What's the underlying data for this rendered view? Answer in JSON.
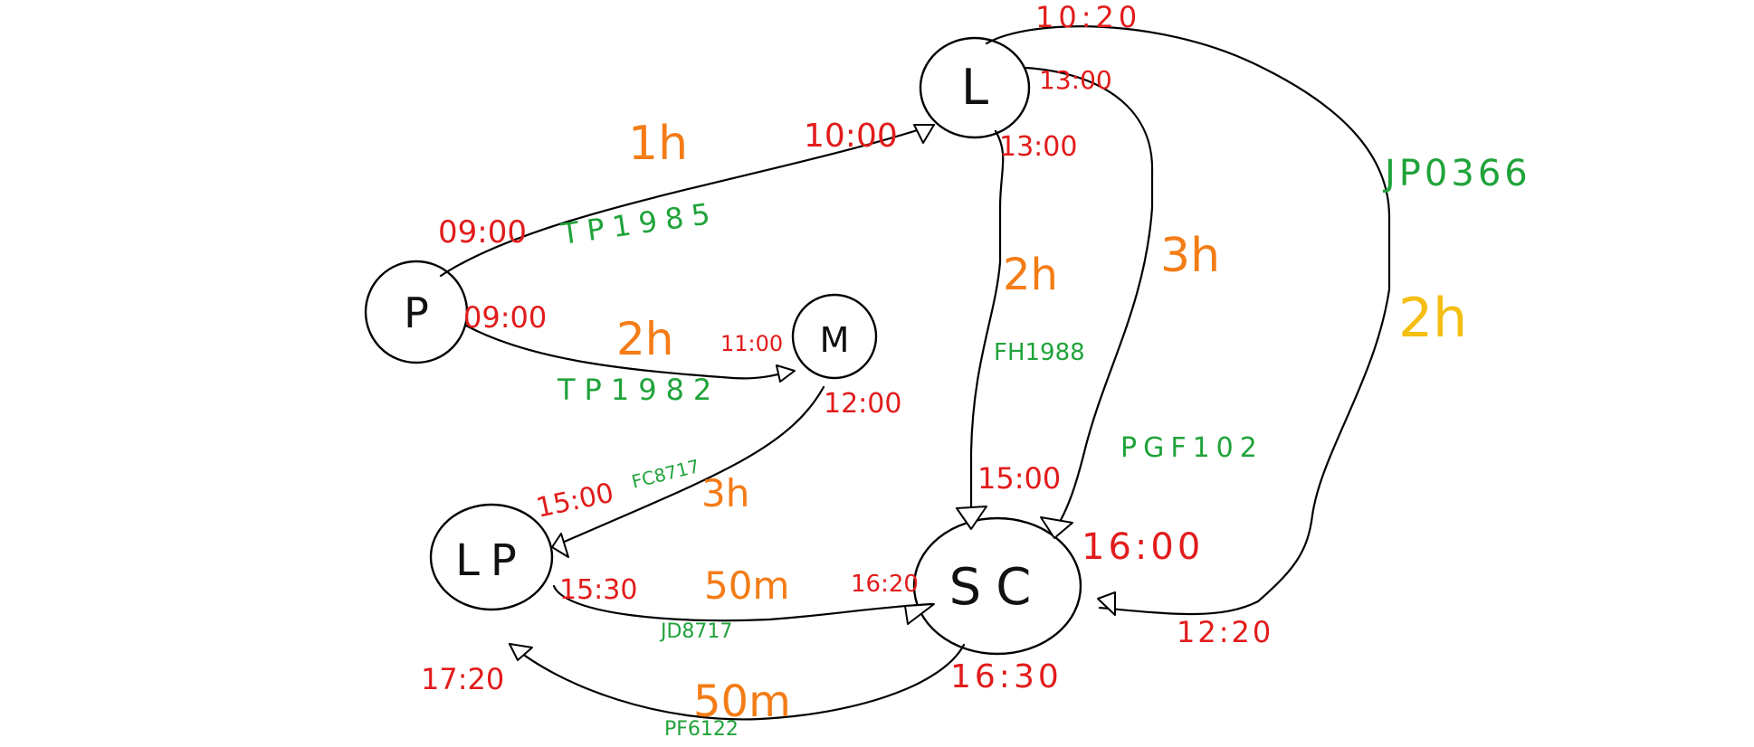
{
  "colors": {
    "time": "#e21b1b",
    "duration": "#f47c16",
    "flight": "#20a33a",
    "duration_alt": "#f5be12",
    "ink": "#000000"
  },
  "nodes": {
    "p": "P",
    "m": "M",
    "l": "L",
    "lp": "LP",
    "sc": "SC"
  },
  "edges": {
    "p_l": {
      "depart": "09:00",
      "arrive": "10:00",
      "duration": "1h",
      "flight": "TP1985"
    },
    "p_m": {
      "depart": "09:00",
      "arrive": "11:00",
      "duration": "2h",
      "flight": "TP1982"
    },
    "m_lp": {
      "depart": "12:00",
      "arrive": "15:00",
      "duration": "3h",
      "flight": "FC8717"
    },
    "l_sc_a": {
      "depart": "13:00",
      "arrive": "15:00",
      "duration": "2h",
      "flight": "FH1988"
    },
    "l_sc_b": {
      "depart": "13:00",
      "arrive": "16:00",
      "duration": "3h",
      "flight": "PGF102"
    },
    "l_sc_c": {
      "depart": "10:20",
      "arrive": "12:20",
      "duration": "2h",
      "flight": "JP0366"
    },
    "lp_sc": {
      "depart": "15:30",
      "arrive": "16:20",
      "duration": "50m",
      "flight": "JD8717"
    },
    "sc_lp": {
      "depart": "16:30",
      "arrive": "17:20",
      "duration": "50m",
      "flight": "PF6122"
    }
  }
}
